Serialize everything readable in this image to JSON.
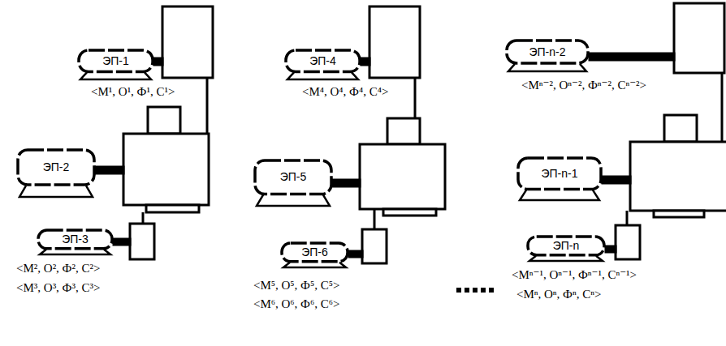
{
  "diagram": {
    "nodes": [
      {
        "text": [
          "ЭП-1"
        ]
      },
      {
        "text": [
          "ЭП-2"
        ]
      },
      {
        "text": [
          "ЭП-3"
        ]
      },
      {
        "text": [
          "ЭП-4"
        ]
      },
      {
        "text": [
          "ЭП-5"
        ]
      },
      {
        "text": [
          "ЭП-6"
        ]
      },
      {
        "text": [
          "ЭП-n-2"
        ]
      },
      {
        "text": [
          "ЭП-n-1"
        ]
      },
      {
        "text": [
          "ЭП-n"
        ]
      }
    ],
    "labels": [
      "<М¹, О¹, Ф¹, С¹>",
      "<М², О², Ф², С²>",
      "<М³, О³, Ф³, С³>",
      "<М⁴, О⁴, Ф⁴, С⁴>",
      "<М⁵, О⁵, Ф⁵, С⁵>",
      "<М⁶, О⁶, Ф⁶, С⁶>",
      "<Мⁿ⁻², Оⁿ⁻², Фⁿ⁻², Сⁿ⁻²>",
      "<Мⁿ⁻¹, Оⁿ⁻¹, Фⁿ⁻¹, Сⁿ⁻¹>",
      "<Мⁿ, Оⁿ, Фⁿ, Сⁿ>"
    ]
  }
}
